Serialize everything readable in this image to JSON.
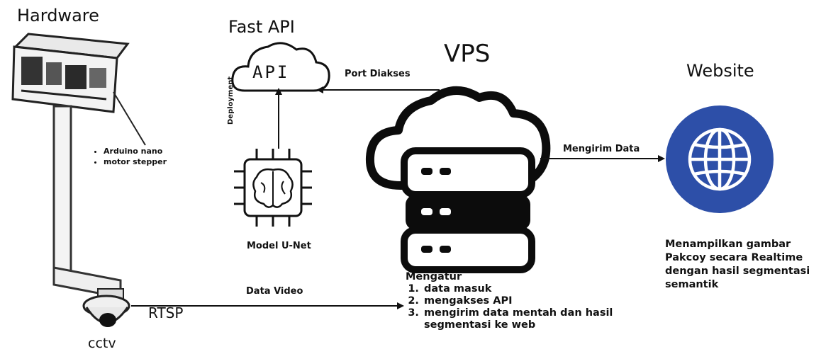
{
  "labels": {
    "hardware": "Hardware",
    "fastapi": "Fast API",
    "vps": "VPS",
    "website": "Website",
    "api_text": "API",
    "cctv": "cctv",
    "rtsp": "RTSP",
    "port_diakses": "Port Diakses",
    "mengirim_data": "Mengirim Data",
    "data_video": "Data Video",
    "deployment": "Deployment",
    "model_unet": "Model U-Net"
  },
  "hardware_items": [
    "Arduino nano",
    "motor stepper"
  ],
  "website_description": "Menampilkan gambar Pakcoy secara Realtime dengan hasil segmentasi semantik",
  "vps_tasks": {
    "heading": "Mengatur",
    "items": [
      "data masuk",
      "mengakses API",
      "mengirim data mentah dan hasil segmentasi ke web"
    ]
  },
  "colors": {
    "globe_blue": "#2d4fa8",
    "server_black": "#0c0c0c",
    "line": "#111111"
  },
  "icons": [
    "hardware-device-icon",
    "cctv-camera-icon",
    "api-cloud-icon",
    "ai-chip-brain-icon",
    "cloud-server-icon",
    "globe-icon"
  ]
}
